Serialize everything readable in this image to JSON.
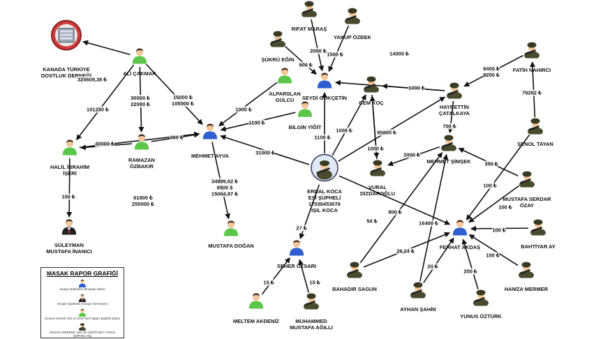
{
  "people": [
    {
      "id": "kanada",
      "name": "KANADA TÜRKİYE\nDOSTLUK DERNEĞİ",
      "kind": "org"
    },
    {
      "id": "ali",
      "name": "ALİ ÇAKMAK",
      "kind": "green"
    },
    {
      "id": "halil",
      "name": "HALİL İBRAHİM\nİŞERİ",
      "kind": "green"
    },
    {
      "id": "ramazan",
      "name": "RAMAZAN\nÖZBAKIR",
      "kind": "green"
    },
    {
      "id": "suleyman",
      "name": "SÜLEYMAN\nMUSTAFA İNANICI",
      "kind": "suit"
    },
    {
      "id": "mehmetayva",
      "name": "MEHMET AYVA",
      "kind": "blue"
    },
    {
      "id": "mustafadogan",
      "name": "MUSTAFA DOĞAN",
      "kind": "green"
    },
    {
      "id": "rifat",
      "name": "RIFAT MARAŞ",
      "kind": "soldier"
    },
    {
      "id": "yakup",
      "name": "YAKUP ÖZBEK",
      "kind": "soldier"
    },
    {
      "id": "sukru",
      "name": "ŞÜKRÜ EĞİN",
      "kind": "soldier"
    },
    {
      "id": "seydi",
      "name": "SEYDİ GÖKÇETİN",
      "kind": "blue"
    },
    {
      "id": "alparslan",
      "name": "ALPARSLAN\nGÜLCÜ",
      "kind": "green"
    },
    {
      "id": "bilgin",
      "name": "BİLGİN YİĞİT",
      "kind": "green"
    },
    {
      "id": "cemkoc",
      "name": "CEM KOÇ",
      "kind": "soldier"
    },
    {
      "id": "hayrettin",
      "name": "HAYRETTİN\nÇATALKAYA",
      "kind": "soldier"
    },
    {
      "id": "fatih",
      "name": "FATİH NAHIRCI",
      "kind": "soldier"
    },
    {
      "id": "senol",
      "name": "ŞENOL TAYAN",
      "kind": "soldier"
    },
    {
      "id": "erdal",
      "name": "ERDAL KOCA\nEŞİ ŞÜPHELİ\n17036453076\nIŞIL KOCA",
      "kind": "center"
    },
    {
      "id": "vural",
      "name": "VURAL\nDİZDAROĞLU",
      "kind": "soldier"
    },
    {
      "id": "mehmetsimsek",
      "name": "MEHMET ŞİMŞEK",
      "kind": "soldier"
    },
    {
      "id": "mustafaserdar",
      "name": "MUSTAFA SERDAR\nÖZAY",
      "kind": "soldier"
    },
    {
      "id": "ferhat",
      "name": "FERHAT AKDAŞ",
      "kind": "blue"
    },
    {
      "id": "bahtiyar",
      "name": "BAHTİYAR AY",
      "kind": "soldier"
    },
    {
      "id": "hamza",
      "name": "HAMZA MERMER",
      "kind": "soldier"
    },
    {
      "id": "yunus",
      "name": "YUNUS ÖZTÜRK",
      "kind": "soldier"
    },
    {
      "id": "ayhan",
      "name": "AYHAN ŞAHİN",
      "kind": "soldier"
    },
    {
      "id": "bahadir",
      "name": "BAHADIR SAGUN",
      "kind": "soldier"
    },
    {
      "id": "seher",
      "name": "SEHER ÖZSARI",
      "kind": "blue"
    },
    {
      "id": "meltem",
      "name": "MELTEM AKDENİZ",
      "kind": "green"
    },
    {
      "id": "muhammed",
      "name": "MUHAMMED\nMUSTAFA AĞILLI",
      "kind": "soldier"
    }
  ],
  "transfers": [
    {
      "from": "ali",
      "to": "kanada",
      "amount": "325609,38 ₺"
    },
    {
      "from": "ali",
      "to": "halil",
      "amount": "101250 ₺"
    },
    {
      "from": "ali",
      "to": "ramazan",
      "amount": "30000 ₺\n22000 ₺"
    },
    {
      "from": "ali",
      "to": "mehmetayva",
      "amount": "15000 ₺\n105000 ₺"
    },
    {
      "from": "ramazan",
      "to": "halil",
      "amount": "40000 ₺"
    },
    {
      "from": "ramazan",
      "to": "mehmetayva",
      "amount": "360 ₺"
    },
    {
      "from": "halil",
      "to": "mehmetayva",
      "amount": "61800 ₺\n250000 ₺"
    },
    {
      "from": "halil",
      "to": "suleyman",
      "amount": "100 ₺"
    },
    {
      "from": "mehmetayva",
      "to": "mustafadogan",
      "amount": "34899,62 ₺\n9500 $\n15064,97 ₺"
    },
    {
      "from": "alparslan",
      "to": "mehmetayva",
      "amount": "1000 ₺"
    },
    {
      "from": "bilgin",
      "to": "mehmetayva",
      "amount": "1100 ₺"
    },
    {
      "from": "erdal",
      "to": "mehmetayva",
      "amount": "31000 ₺"
    },
    {
      "from": "rifat",
      "to": "seydi",
      "amount": "2000 ₺"
    },
    {
      "from": "yakup",
      "to": "seydi",
      "amount": "1500 ₺"
    },
    {
      "from": "sukru",
      "to": "seydi",
      "amount": "900 ₺"
    },
    {
      "from": "hayrettin",
      "to": "seydi",
      "amount": "14000 ₺"
    },
    {
      "from": "erdal",
      "to": "seydi",
      "amount": "1100 ₺"
    },
    {
      "from": "erdal",
      "to": "cemkoc",
      "amount": "1000 ₺"
    },
    {
      "from": "hayrettin",
      "to": "cemkoc",
      "amount": "1000 ₺"
    },
    {
      "from": "fatih",
      "to": "hayrettin",
      "amount": "8400 ₺\n8200 ₺"
    },
    {
      "from": "senol",
      "to": "fatih",
      "amount": "79262 ₺"
    },
    {
      "from": "vural",
      "to": "cemkoc",
      "amount": "95800 ₺"
    },
    {
      "from": "erdal",
      "to": "hayrettin",
      "amount": ""
    },
    {
      "from": "hayrettin",
      "to": "mehmetsimsek",
      "amount": "700 ₺"
    },
    {
      "from": "mehmetsimsek",
      "to": "vural",
      "amount": "2000 ₺"
    },
    {
      "from": "cemkoc",
      "to": "vural",
      "amount": "1000 ₺"
    },
    {
      "from": "mustafaserdar",
      "to": "mehmetsimsek",
      "amount": "350 ₺"
    },
    {
      "from": "mustafaserdar",
      "to": "ferhat",
      "amount": "100 ₺"
    },
    {
      "from": "senol",
      "to": "ferhat",
      "amount": "100 ₺"
    },
    {
      "from": "bahtiyar",
      "to": "ferhat",
      "amount": "100 ₺"
    },
    {
      "from": "hamza",
      "to": "ferhat",
      "amount": "100 ₺"
    },
    {
      "from": "yunus",
      "to": "ferhat",
      "amount": "250 ₺"
    },
    {
      "from": "ayhan",
      "to": "ferhat",
      "amount": "20 ₺"
    },
    {
      "from": "bahadir",
      "to": "ferhat",
      "amount": "26,24 ₺"
    },
    {
      "from": "erdal",
      "to": "ferhat",
      "amount": "50 ₺"
    },
    {
      "from": "bahadir",
      "to": "mehmetsimsek",
      "amount": "800 ₺"
    },
    {
      "from": "ayhan",
      "to": "mehmetsimsek",
      "amount": "16400 ₺"
    },
    {
      "from": "erdal",
      "to": "seher",
      "amount": "27 ₺"
    },
    {
      "from": "meltem",
      "to": "seher",
      "amount": "15 ₺"
    },
    {
      "from": "muhammed",
      "to": "seher",
      "amount": "15 ₺"
    }
  ],
  "legend": {
    "title": "MASAK RAPOR GRAFİĞİ",
    "items": [
      {
        "kind": "blue",
        "text": "Sivaye Şüphelisi Olmayan Şahıs"
      },
      {
        "kind": "suit",
        "text": "Sivaye Şüphelisi (Sıvaye Girmeyen)"
      },
      {
        "kind": "green",
        "text": "Sınava Girerek 100 ve Üzeri Net Yapan Şüpheli Şahıs"
      },
      {
        "kind": "soldier",
        "text": "SINAVA GİREREK 100 VE ÜZERİ NET YAPAN ŞÜPHELİ EŞ"
      }
    ]
  },
  "colors": {
    "green": "#5cc64a",
    "blue": "#2f5fd0",
    "skin": "#f3c79a",
    "soldier": "#4a4a2e",
    "arrow": "#111111",
    "org": "#d23a3a"
  }
}
